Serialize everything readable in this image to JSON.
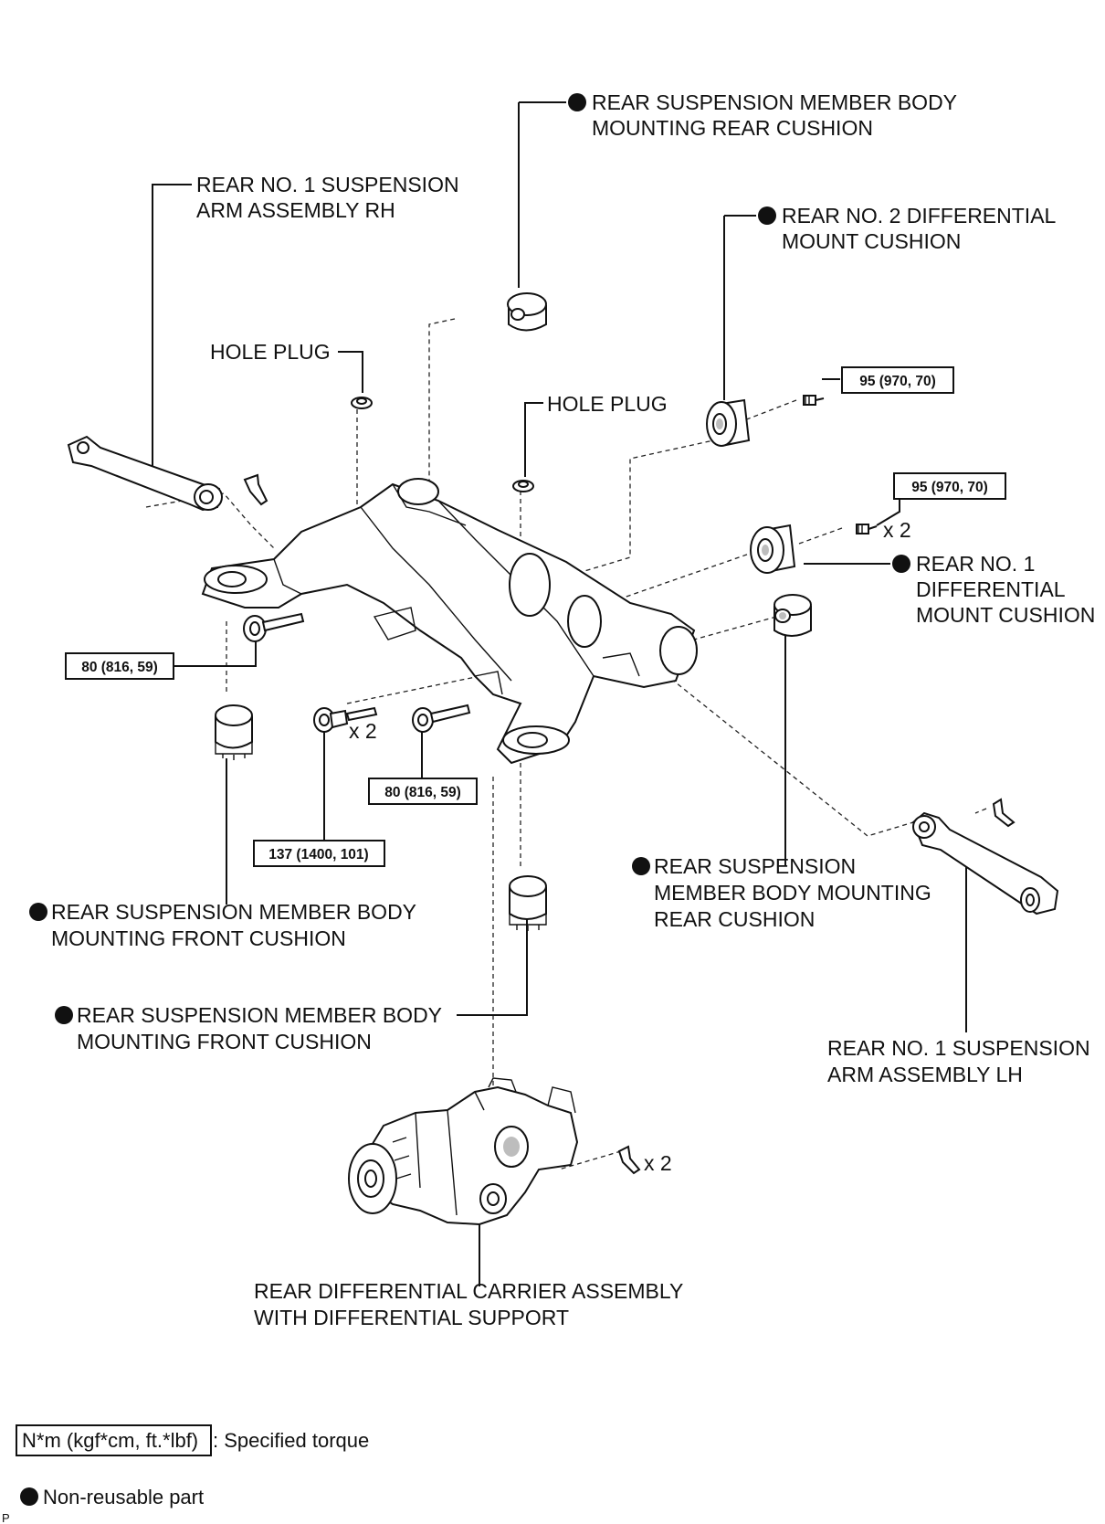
{
  "labels": {
    "rear_cushion_top": [
      "REAR SUSPENSION MEMBER BODY",
      "MOUNTING REAR CUSHION"
    ],
    "arm_rh": [
      "REAR NO. 1 SUSPENSION",
      "ARM ASSEMBLY RH"
    ],
    "diff_mount_2": [
      "REAR NO. 2 DIFFERENTIAL",
      "MOUNT CUSHION"
    ],
    "hole_plug_left": "HOLE PLUG",
    "hole_plug_center": "HOLE PLUG",
    "diff_mount_1": [
      "REAR NO. 1",
      "DIFFERENTIAL",
      "MOUNT CUSHION"
    ],
    "rear_cushion_right": [
      "REAR SUSPENSION",
      "MEMBER BODY MOUNTING",
      "REAR CUSHION"
    ],
    "front_cushion_left": [
      "REAR SUSPENSION MEMBER BODY",
      "MOUNTING FRONT CUSHION"
    ],
    "front_cushion_center": [
      "REAR SUSPENSION MEMBER BODY",
      "MOUNTING FRONT CUSHION"
    ],
    "arm_lh": [
      "REAR NO. 1 SUSPENSION",
      "ARM ASSEMBLY LH"
    ],
    "diff_carrier": [
      "REAR DIFFERENTIAL CARRIER ASSEMBLY",
      "WITH DIFFERENTIAL SUPPORT"
    ]
  },
  "torques": {
    "diff_mount_2_bolt": "95 (970, 70)",
    "diff_mount_1_bolt": "95 (970, 70)",
    "left_bolt": "80 (816, 59)",
    "center_bolt": "80 (816, 59)",
    "front_bolts": "137 (1400, 101)"
  },
  "quantities": {
    "diff_mount_1_bolt": "x 2",
    "front_bolts": "x 2",
    "carrier_nuts": "x 2"
  },
  "legend": {
    "torque_box": "N*m (kgf*cm, ft.*lbf)",
    "torque_text": ": Specified torque",
    "nonreusable_text": "Non-reusable part"
  },
  "corner_mark": "P"
}
